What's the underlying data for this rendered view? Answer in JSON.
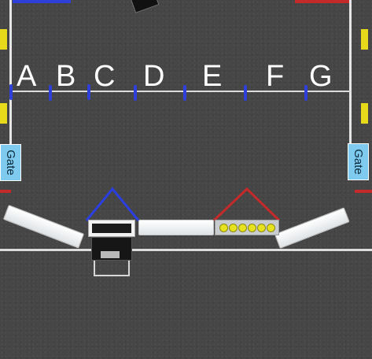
{
  "field_view": {
    "zone_labels": [
      "A",
      "B",
      "C",
      "D",
      "E",
      "F",
      "G"
    ],
    "gate_label": "Gate",
    "colors": {
      "floor": "#464646",
      "blue_alliance": "#2f3fd9",
      "red_alliance": "#c42a2a",
      "gate": "#7ecbef",
      "wall": "#e6e6e6",
      "game_ball": "#e7e21e"
    },
    "trough_balls": 6
  }
}
